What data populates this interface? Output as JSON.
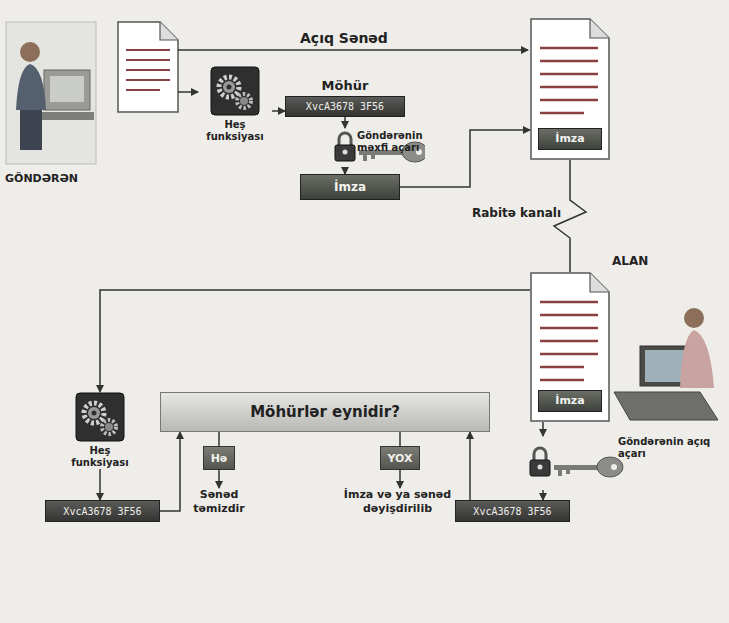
{
  "diagram": {
    "nodes": [
      {
        "text": [
          "Heş funksiyası"
        ]
      },
      {
        "text": [
          "Möhür",
          "XvcA3678 3F56"
        ]
      },
      {
        "text": [
          "Göndərənin məxfi açarı"
        ]
      },
      {
        "text": [
          "İmza"
        ]
      },
      {
        "text": [
          "İmza"
        ]
      },
      {
        "text": [
          "İmza"
        ]
      },
      {
        "text": [
          "Möhürlər eynidir?"
        ]
      },
      {
        "text": [
          "Hə"
        ]
      },
      {
        "text": [
          "YOX"
        ]
      },
      {
        "text": [
          "Sənəd təmizdir"
        ]
      },
      {
        "text": [
          "İmza və ya sənəd dəyişdirilib"
        ]
      },
      {
        "text": [
          "Heş funksiyası"
        ]
      },
      {
        "text": [
          "XvcA3678 3F56"
        ]
      },
      {
        "text": [
          "Göndərənin açıq açarı"
        ]
      },
      {
        "text": [
          "XvcA3678 3F56"
        ]
      }
    ],
    "edges": [
      {
        "from": 0,
        "to": 1,
        "arrow": "to"
      },
      {
        "from": 1,
        "to": 2,
        "arrow": "to"
      },
      {
        "from": 2,
        "to": 3,
        "arrow": "to"
      },
      {
        "from": 3,
        "to": 4,
        "arrow": "to"
      },
      {
        "from": 4,
        "to": 5,
        "label": "Rabitə kanalı",
        "arrow": "none"
      },
      {
        "from": 5,
        "to": 11,
        "arrow": "to"
      },
      {
        "from": 11,
        "to": 12,
        "arrow": "to"
      },
      {
        "from": 12,
        "to": 6,
        "arrow": "to"
      },
      {
        "from": 5,
        "to": 13,
        "arrow": "to"
      },
      {
        "from": 13,
        "to": 14,
        "arrow": "to"
      },
      {
        "from": 14,
        "to": 6,
        "arrow": "to"
      },
      {
        "from": 6,
        "to": 7,
        "arrow": "none"
      },
      {
        "from": 7,
        "to": 9,
        "arrow": "to"
      },
      {
        "from": 6,
        "to": 8,
        "arrow": "none"
      },
      {
        "from": 8,
        "to": 10,
        "arrow": "to"
      }
    ],
    "labels": [
      "Açıq Sənəd",
      "GÖNDƏRƏN",
      "ALAN"
    ]
  }
}
